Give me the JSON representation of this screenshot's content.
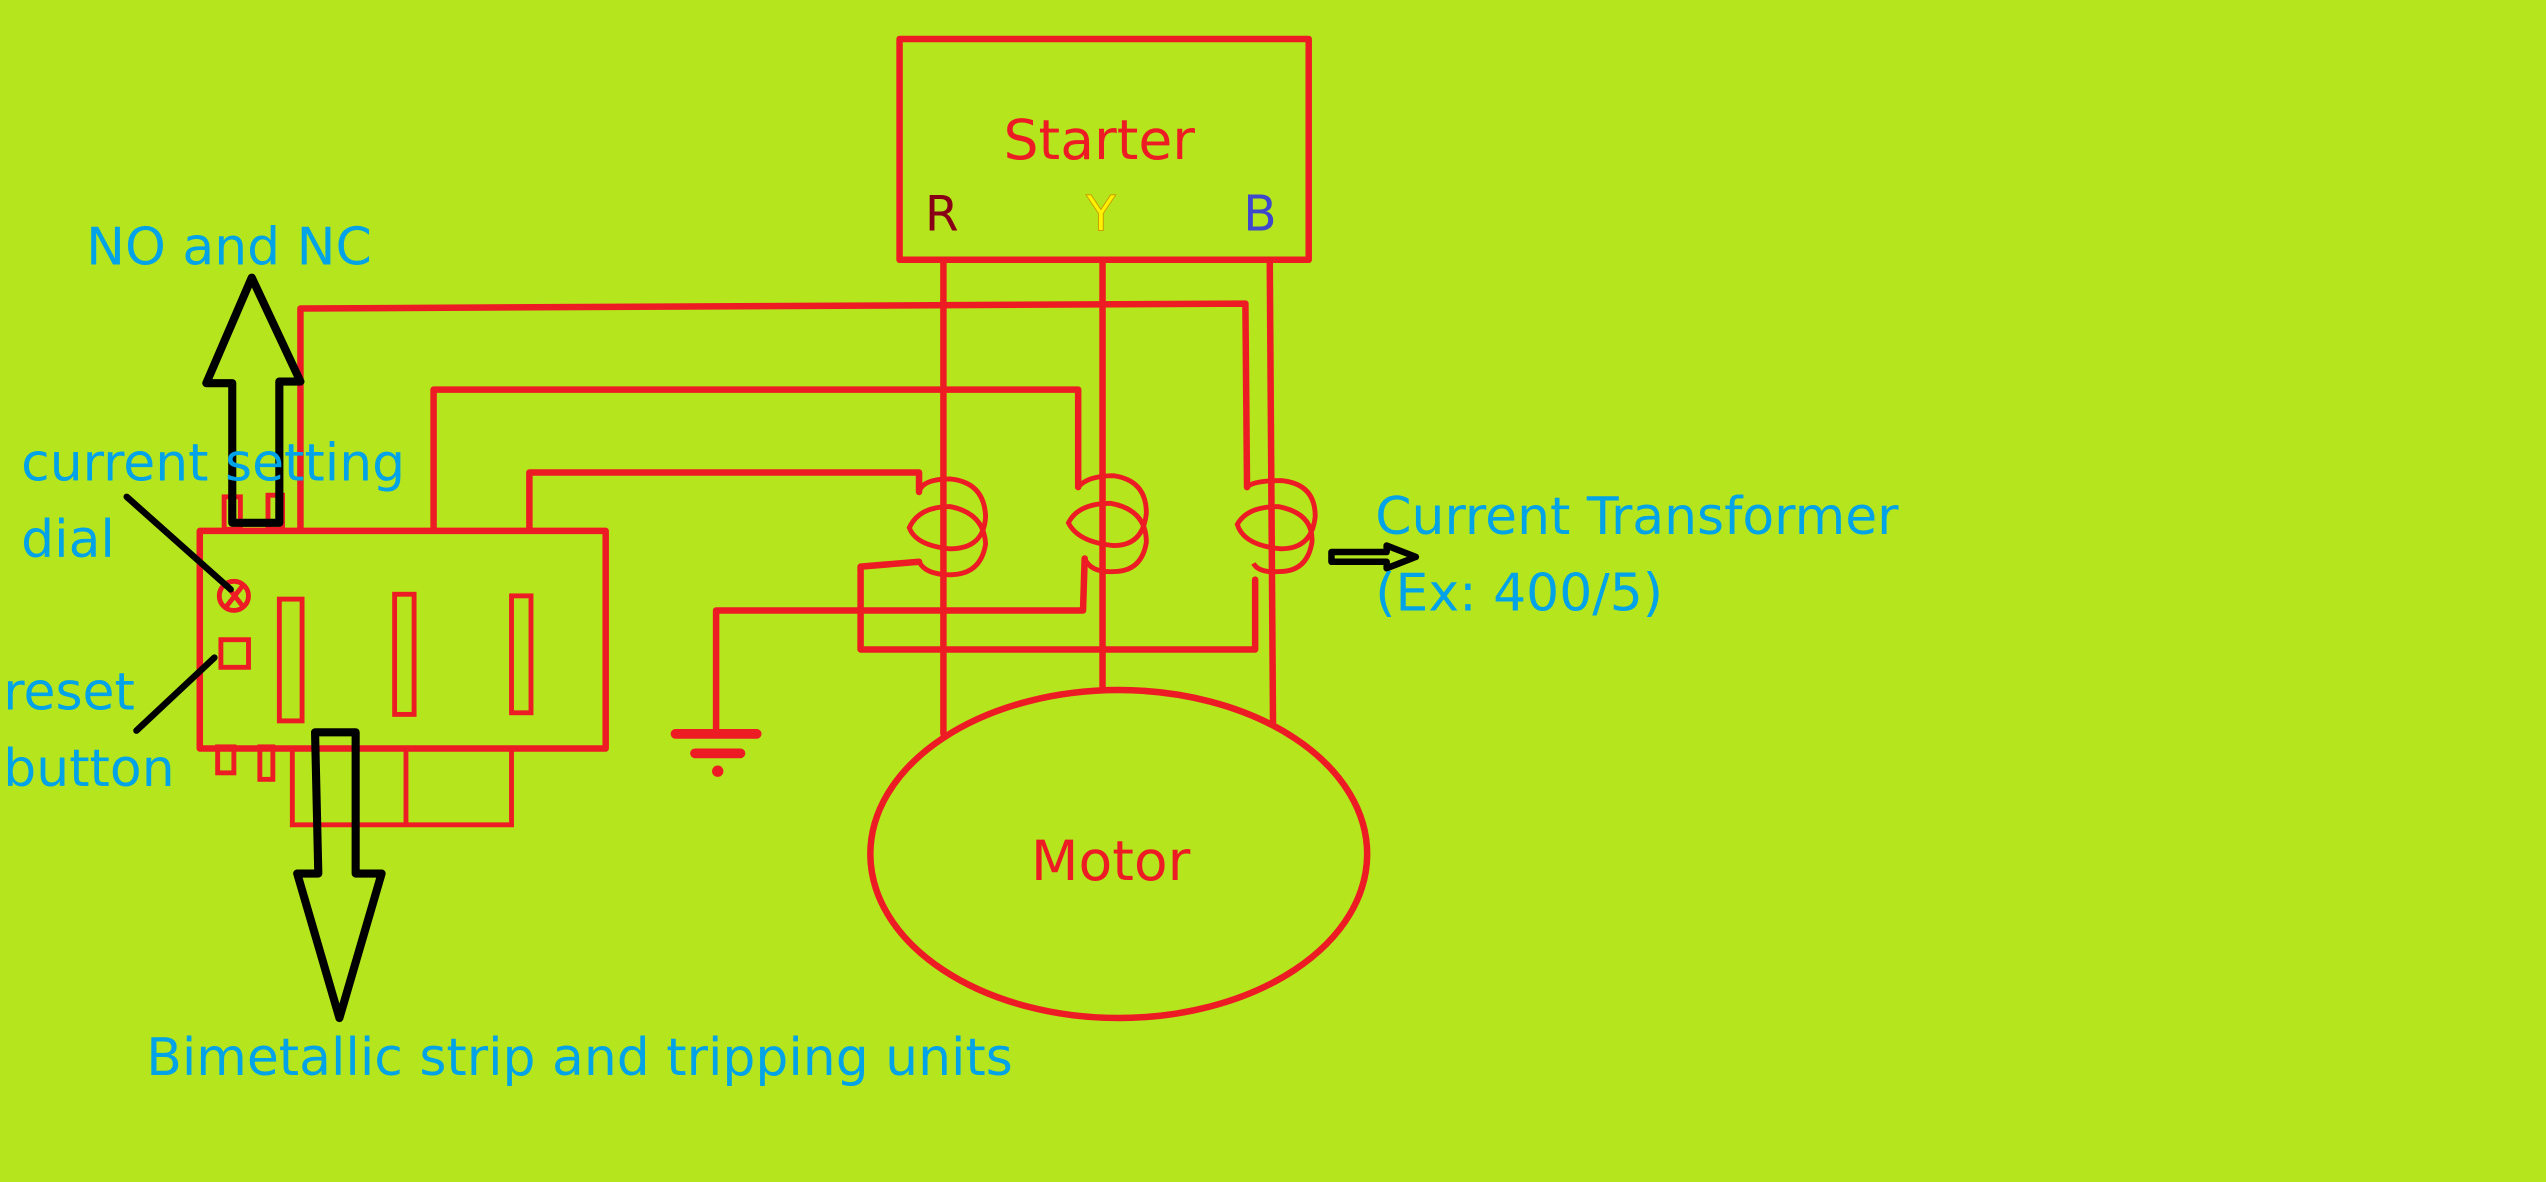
{
  "diagram": {
    "title": "Overload relay connection with current transformers",
    "background": "#b5e61d",
    "wire_color": "#ed1c24",
    "label_color": "#00a2e8",
    "starter": {
      "label": "Starter",
      "phases": [
        {
          "label": "R",
          "color": "#880015"
        },
        {
          "label": "Y",
          "color": "#fff200"
        },
        {
          "label": "B",
          "color": "#3f48cc"
        }
      ]
    },
    "motor": {
      "label": "Motor"
    },
    "annotations": {
      "no_nc": "NO and NC",
      "current_setting_line1": "current setting",
      "current_setting_line2": "dial",
      "reset_line1": "reset",
      "reset_line2": "button",
      "ct_line1": "Current Transformer",
      "ct_line2": "(Ex: 400/5)",
      "bimetallic": "Bimetallic strip and tripping units"
    },
    "components": [
      "starter",
      "three-current-transformers",
      "overload-relay",
      "earth-ground",
      "motor"
    ]
  }
}
